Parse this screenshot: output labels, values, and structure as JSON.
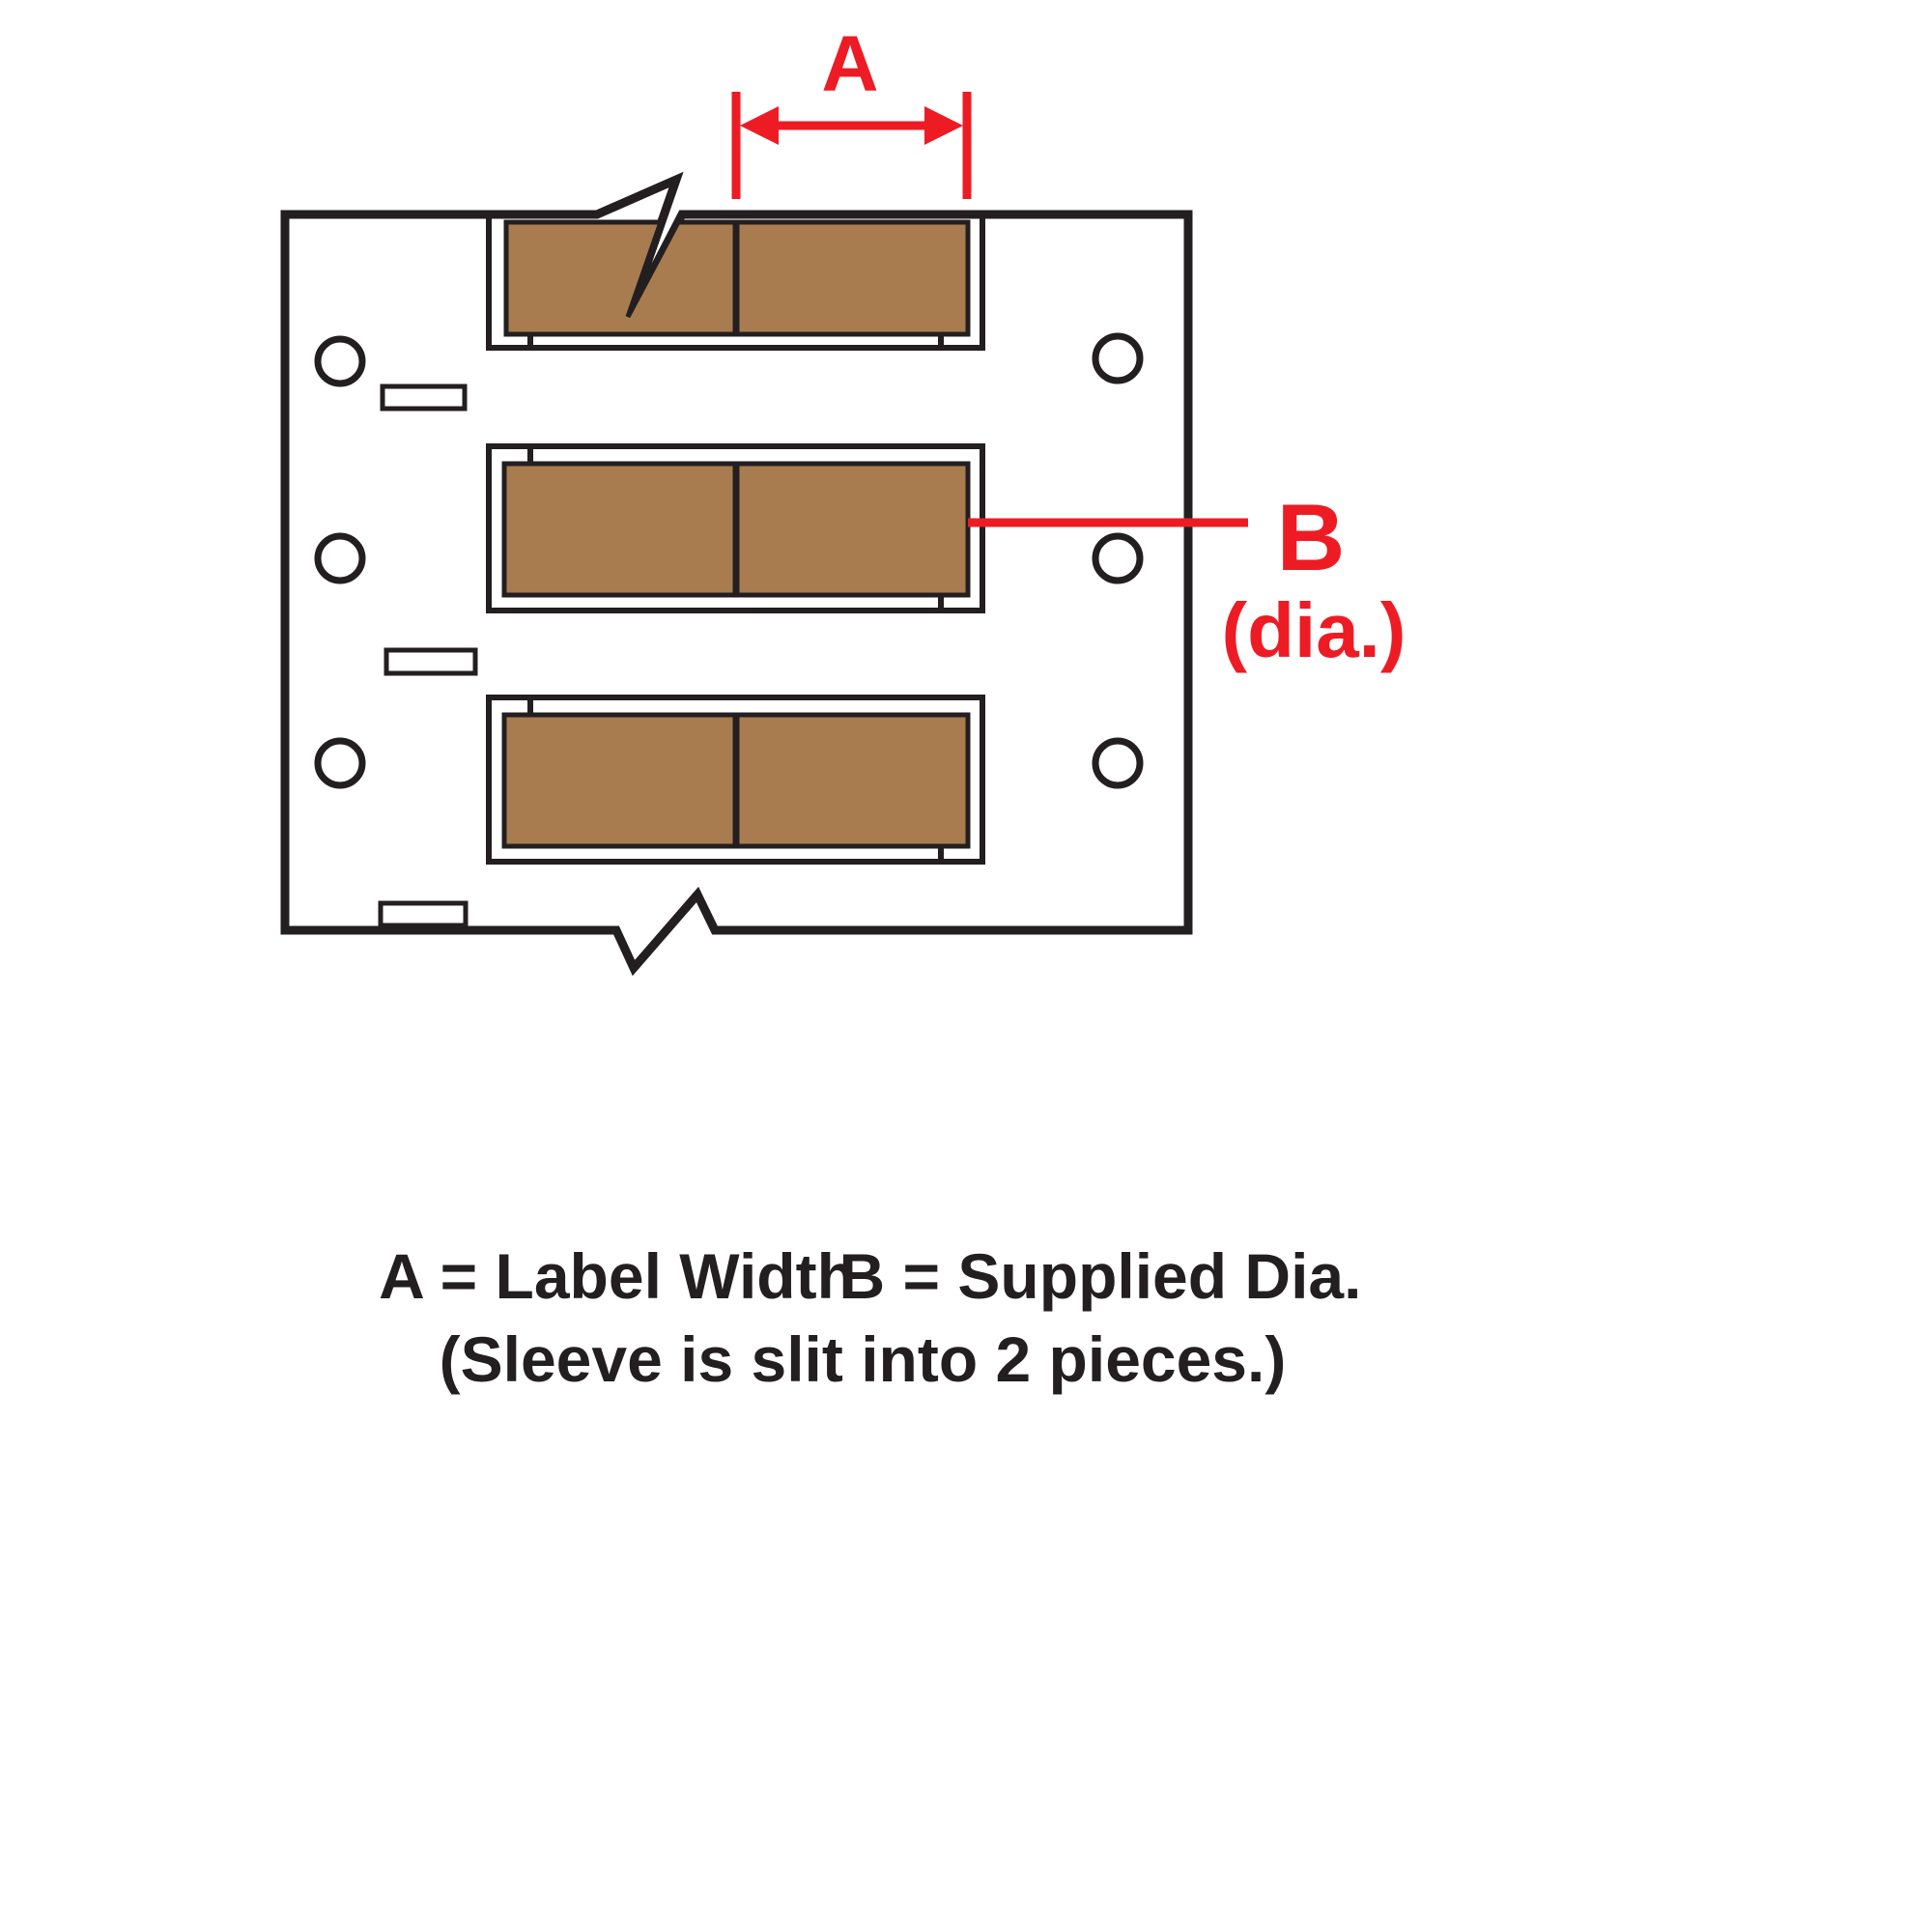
{
  "colors": {
    "background": "#ffffff",
    "ink": "#231f20",
    "sleeve": "#a87c4f",
    "accent": "#ed1c24"
  },
  "diagram": {
    "dim_a_label": "A",
    "dim_b_label": "B",
    "dim_b_sublabel": "(dia.)"
  },
  "legend": {
    "a_definition": "A = Label Width",
    "b_definition": "B = Supplied Dia.",
    "note": "(Sleeve is slit into 2 pieces.)"
  }
}
